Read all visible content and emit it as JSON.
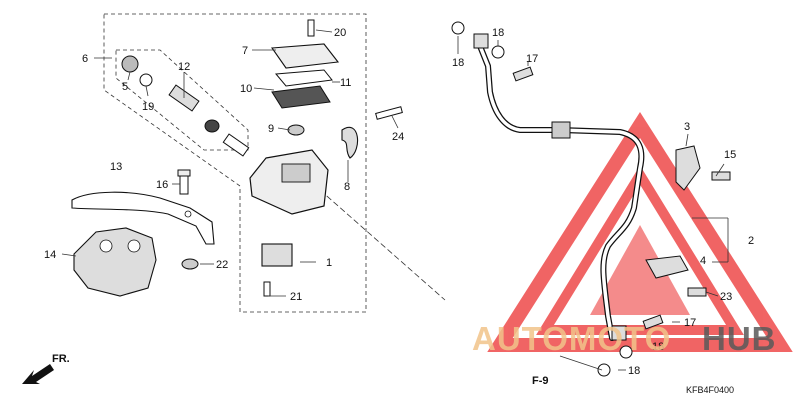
{
  "callouts": {
    "c1": "1",
    "c2": "2",
    "c3": "3",
    "c4": "4",
    "c5": "5",
    "c6": "6",
    "c7": "7",
    "c8": "8",
    "c9": "9",
    "c10": "10",
    "c11": "11",
    "c12": "12",
    "c13": "13",
    "c14": "14",
    "c15": "15",
    "c16": "16",
    "c17a": "17",
    "c17b": "17",
    "c18a": "18",
    "c18b": "18",
    "c18c": "18",
    "c18d": "18",
    "c19": "19",
    "c20": "20",
    "c21": "21",
    "c22": "22",
    "c23": "23",
    "c24": "24"
  },
  "front_arrow_label": "FR.",
  "section_ref": "F-9",
  "diagram_code": "KFB4F0400",
  "watermark": {
    "part1": "AUTOMOTO",
    "part2": "HUB",
    "color_primary": "#f2c48a",
    "color_secondary": "#5a5a5a",
    "triangle_color": "#ee4a4a"
  }
}
